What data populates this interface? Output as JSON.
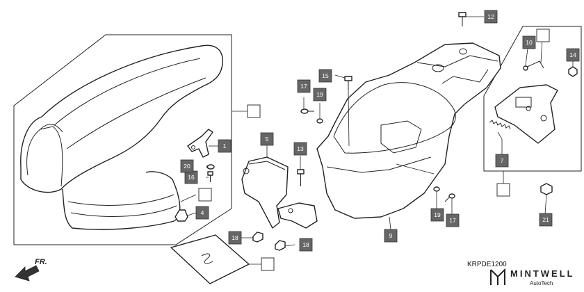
{
  "diagram_code": "KRPDE1200",
  "direction_label": "FR.",
  "brand": {
    "name": "MINTWELL",
    "sub": "AutoTech"
  },
  "callouts": [
    {
      "id": "c1",
      "label": "1"
    },
    {
      "id": "c4",
      "label": "4"
    },
    {
      "id": "c5",
      "label": "5"
    },
    {
      "id": "c7",
      "label": "7"
    },
    {
      "id": "c9",
      "label": "9"
    },
    {
      "id": "c10",
      "label": "10"
    },
    {
      "id": "c12",
      "label": "12"
    },
    {
      "id": "c13",
      "label": "13"
    },
    {
      "id": "c14",
      "label": "14"
    },
    {
      "id": "c15",
      "label": "15"
    },
    {
      "id": "c16",
      "label": "16"
    },
    {
      "id": "c17a",
      "label": "17"
    },
    {
      "id": "c17b",
      "label": "17"
    },
    {
      "id": "c18a",
      "label": "18"
    },
    {
      "id": "c18b",
      "label": "18"
    },
    {
      "id": "c19a",
      "label": "19"
    },
    {
      "id": "c19b",
      "label": "19"
    },
    {
      "id": "c20",
      "label": "20"
    },
    {
      "id": "c21",
      "label": "21"
    }
  ]
}
